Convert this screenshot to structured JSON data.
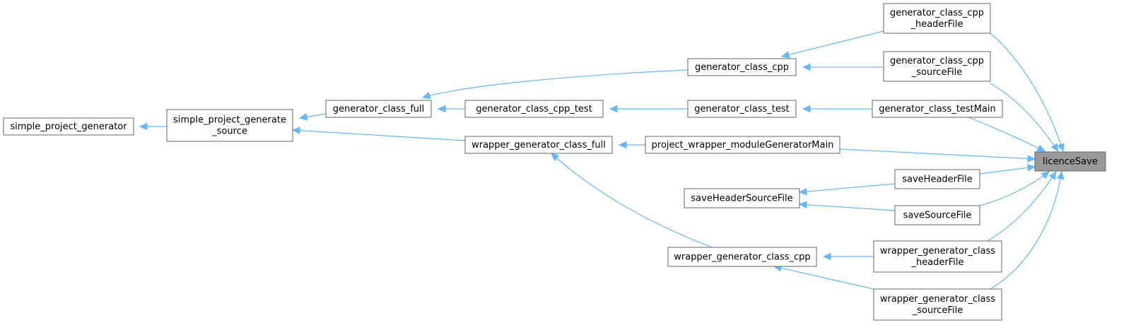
{
  "diagram": {
    "type": "call-graph",
    "colors": {
      "edge": "#63b8ff",
      "node_border": "#666666",
      "node_fill": "#ffffff",
      "focus_fill": "#999999",
      "text": "#000000"
    },
    "focus_node": "licenceSave",
    "nodes": [
      {
        "id": "simple_project_generator",
        "lines": [
          "simple_project_generator"
        ]
      },
      {
        "id": "simple_project_generate_source",
        "lines": [
          "simple_project_generate",
          "_source"
        ]
      },
      {
        "id": "generator_class_full",
        "lines": [
          "generator_class_full"
        ]
      },
      {
        "id": "generator_class_cpp_test",
        "lines": [
          "generator_class_cpp_test"
        ]
      },
      {
        "id": "wrapper_generator_class_full",
        "lines": [
          "wrapper_generator_class_full"
        ]
      },
      {
        "id": "generator_class_cpp",
        "lines": [
          "generator_class_cpp"
        ]
      },
      {
        "id": "generator_class_test",
        "lines": [
          "generator_class_test"
        ]
      },
      {
        "id": "project_wrapper_moduleGeneratorMain",
        "lines": [
          "project_wrapper_moduleGeneratorMain"
        ]
      },
      {
        "id": "saveHeaderSourceFile",
        "lines": [
          "saveHeaderSourceFile"
        ]
      },
      {
        "id": "wrapper_generator_class_cpp",
        "lines": [
          "wrapper_generator_class_cpp"
        ]
      },
      {
        "id": "generator_class_cpp_headerFile",
        "lines": [
          "generator_class_cpp",
          "_headerFile"
        ]
      },
      {
        "id": "generator_class_cpp_sourceFile",
        "lines": [
          "generator_class_cpp",
          "_sourceFile"
        ]
      },
      {
        "id": "generator_class_testMain",
        "lines": [
          "generator_class_testMain"
        ]
      },
      {
        "id": "saveHeaderFile",
        "lines": [
          "saveHeaderFile"
        ]
      },
      {
        "id": "saveSourceFile",
        "lines": [
          "saveSourceFile"
        ]
      },
      {
        "id": "wrapper_generator_class_headerFile",
        "lines": [
          "wrapper_generator_class",
          "_headerFile"
        ]
      },
      {
        "id": "wrapper_generator_class_sourceFile",
        "lines": [
          "wrapper_generator_class",
          "_sourceFile"
        ]
      },
      {
        "id": "licenceSave",
        "lines": [
          "licenceSave"
        ]
      }
    ],
    "edges": [
      {
        "from": "simple_project_generate_source",
        "to": "simple_project_generator"
      },
      {
        "from": "generator_class_full",
        "to": "simple_project_generate_source"
      },
      {
        "from": "wrapper_generator_class_full",
        "to": "simple_project_generate_source"
      },
      {
        "from": "generator_class_cpp_test",
        "to": "generator_class_full"
      },
      {
        "from": "generator_class_cpp",
        "to": "generator_class_full"
      },
      {
        "from": "generator_class_test",
        "to": "generator_class_cpp_test"
      },
      {
        "from": "project_wrapper_moduleGeneratorMain",
        "to": "wrapper_generator_class_full"
      },
      {
        "from": "wrapper_generator_class_cpp",
        "to": "wrapper_generator_class_full"
      },
      {
        "from": "generator_class_cpp_headerFile",
        "to": "generator_class_cpp"
      },
      {
        "from": "generator_class_cpp_sourceFile",
        "to": "generator_class_cpp"
      },
      {
        "from": "generator_class_testMain",
        "to": "generator_class_test"
      },
      {
        "from": "saveHeaderFile",
        "to": "saveHeaderSourceFile"
      },
      {
        "from": "saveSourceFile",
        "to": "saveHeaderSourceFile"
      },
      {
        "from": "wrapper_generator_class_headerFile",
        "to": "wrapper_generator_class_cpp"
      },
      {
        "from": "wrapper_generator_class_sourceFile",
        "to": "wrapper_generator_class_cpp"
      },
      {
        "from": "licenceSave",
        "to": "generator_class_cpp_headerFile"
      },
      {
        "from": "licenceSave",
        "to": "generator_class_cpp_sourceFile"
      },
      {
        "from": "licenceSave",
        "to": "generator_class_testMain"
      },
      {
        "from": "licenceSave",
        "to": "project_wrapper_moduleGeneratorMain"
      },
      {
        "from": "licenceSave",
        "to": "saveHeaderFile"
      },
      {
        "from": "licenceSave",
        "to": "saveSourceFile"
      },
      {
        "from": "licenceSave",
        "to": "wrapper_generator_class_headerFile"
      },
      {
        "from": "licenceSave",
        "to": "wrapper_generator_class_sourceFile"
      }
    ]
  }
}
